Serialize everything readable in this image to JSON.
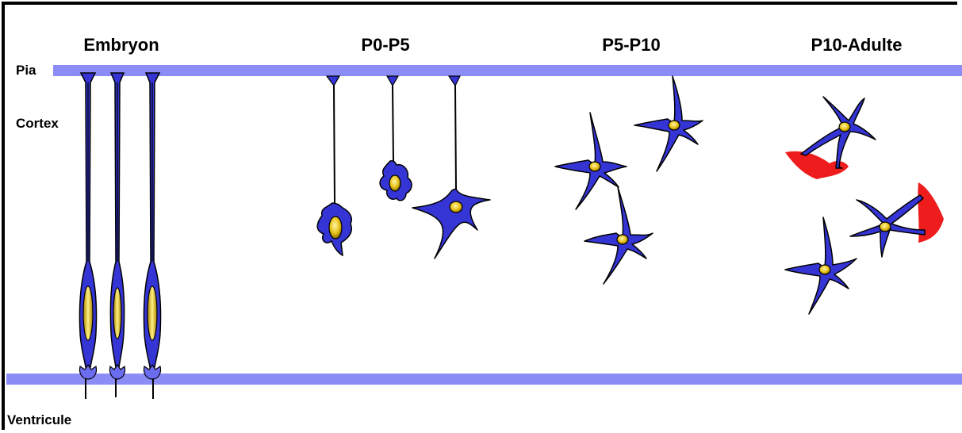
{
  "stages": [
    {
      "id": "embryon",
      "label": "Embryon"
    },
    {
      "id": "p0-p5",
      "label": "P0-P5"
    },
    {
      "id": "p5-p10",
      "label": "P5-P10"
    },
    {
      "id": "p10-adulte",
      "label": "P10-Adulte"
    }
  ],
  "layers": {
    "pia": "Pia",
    "cortex": "Cortex",
    "ventricle": "Ventricule"
  },
  "colors": {
    "membrane": "#8c8cf7",
    "cell_body": "#3535d6",
    "nucleus": "#e8c21a",
    "endfoot": "#ee1c1c",
    "outline": "#000000"
  }
}
